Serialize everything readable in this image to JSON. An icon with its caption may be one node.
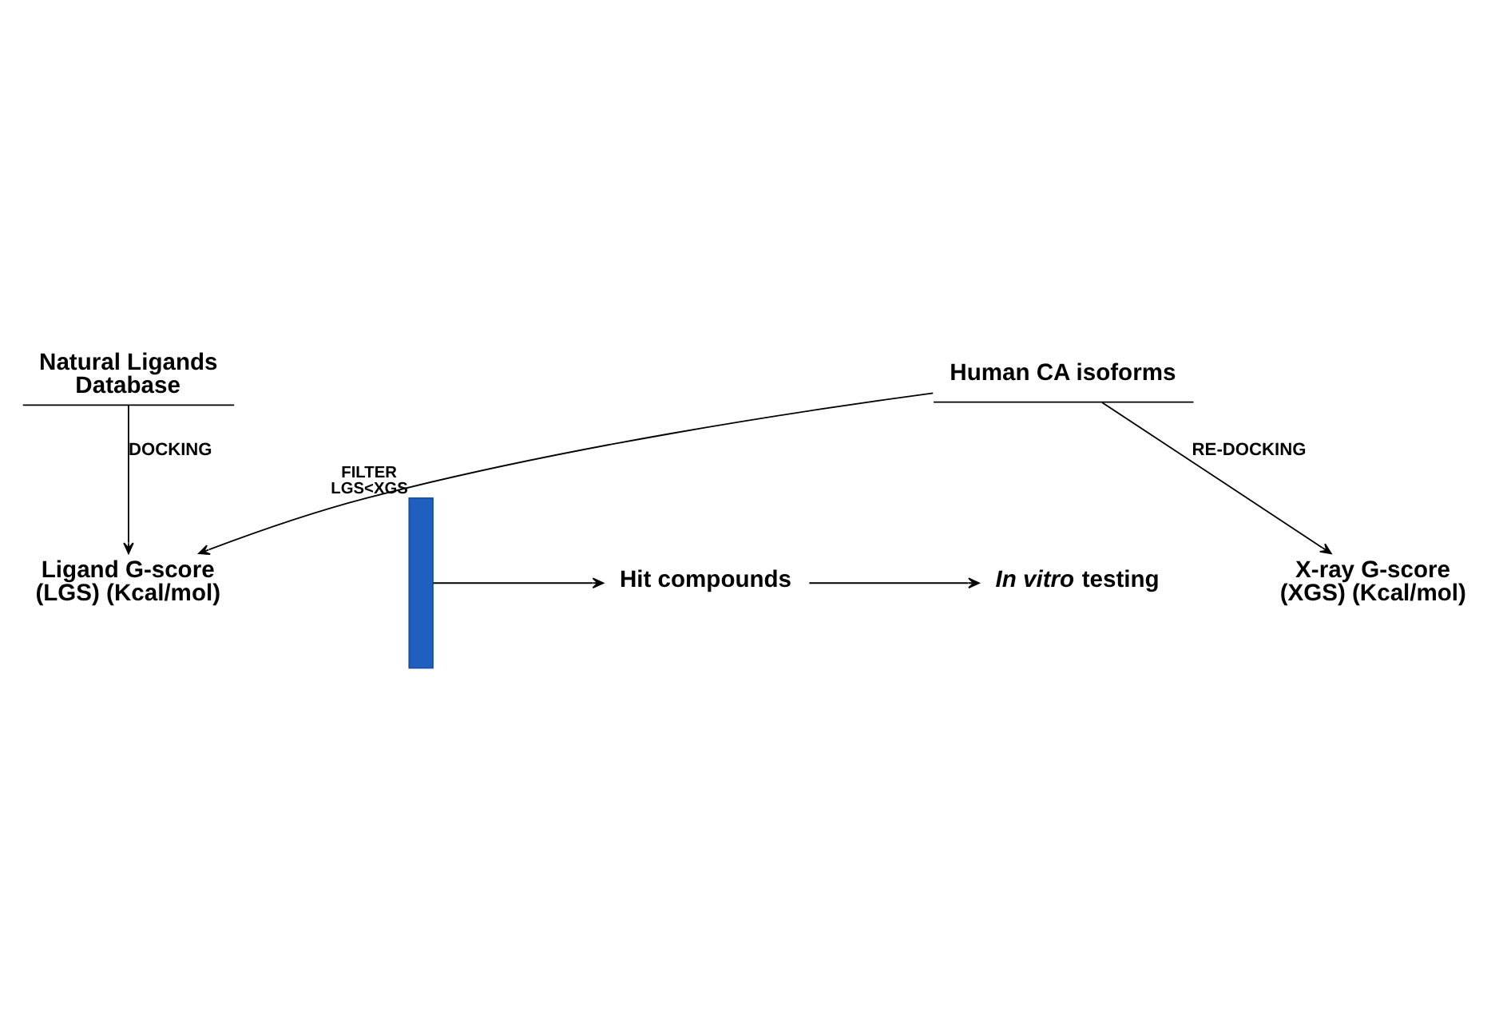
{
  "diagram": {
    "nodes": [
      {
        "text": [
          "Natural Ligands Database"
        ]
      },
      {
        "text": [
          "Human CA isoforms"
        ]
      },
      {
        "text": [
          "X-ray G-score (XGS) (Kcal/mol)"
        ]
      },
      {
        "text": [
          "Ligand G-score (LGS) (Kcal/mol)"
        ]
      },
      {
        "text": [],
        "shape": "bar",
        "beside": [
          "FILTER LGS<XGS"
        ]
      },
      {
        "text": [
          "Hit compounds"
        ]
      },
      {
        "text": [
          "*In vitro* testing"
        ]
      }
    ],
    "edges": [
      {
        "from": 0,
        "to": 3,
        "arrow": "to",
        "label": "DOCKING"
      },
      {
        "from": 1,
        "to": 3,
        "arrow": "to"
      },
      {
        "from": 1,
        "to": 2,
        "arrow": "to",
        "label": "RE-DOCKING"
      },
      {
        "from": 4,
        "to": 5,
        "arrow": "to"
      },
      {
        "from": 5,
        "to": 6,
        "arrow": "to"
      }
    ]
  }
}
